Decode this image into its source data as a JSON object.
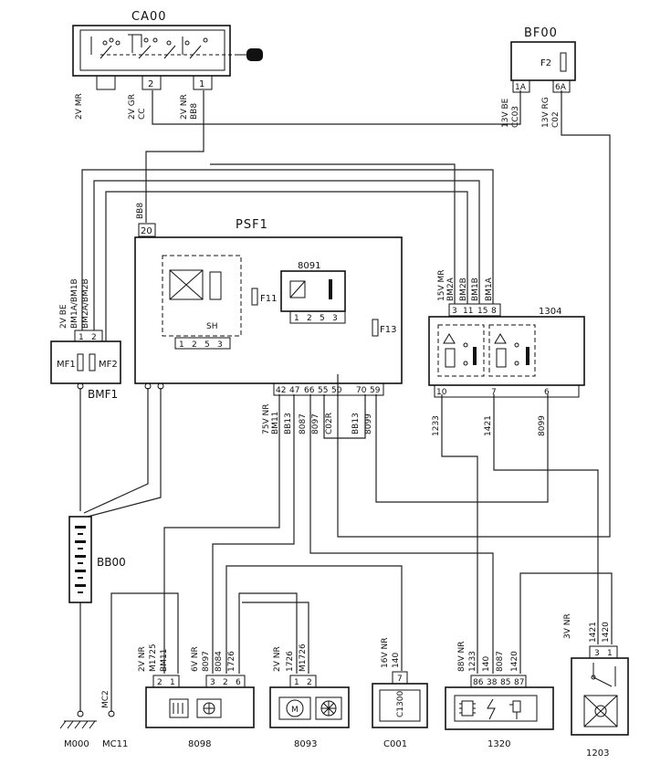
{
  "components": {
    "ca00": {
      "name": "CA00",
      "pins": [
        "1",
        "2"
      ],
      "wires": [
        "2V MR",
        "2V GR",
        "CC",
        "2V NR",
        "BB8"
      ]
    },
    "bf00": {
      "name": "BF00",
      "fuse": "F2",
      "pins": [
        "1A",
        "6A"
      ],
      "wires": [
        "13V BE",
        "CC03",
        "13V RG",
        "C02"
      ]
    },
    "psf1": {
      "name": "PSF1",
      "top_pin": "20",
      "top_wire": "BB8",
      "relay": "8091",
      "relay_pins": [
        "1",
        "2",
        "5",
        "3"
      ],
      "sh": "SH",
      "sh_pins": [
        "1",
        "2",
        "5",
        "3"
      ],
      "fuses": [
        "F11",
        "F13"
      ],
      "bottom_pins": [
        "42",
        "47",
        "66",
        "55",
        "50",
        "70",
        "59"
      ],
      "bottom_wires": [
        "75V NR",
        "BM11",
        "BB13",
        "8087",
        "8097",
        "C02R",
        "BB13",
        "8099"
      ]
    },
    "mf": {
      "name": "BMF1",
      "pins": [
        "1",
        "2"
      ],
      "fuses": [
        "MF1",
        "MF2"
      ],
      "wires": [
        "2V BE",
        "BM1A/BM1B",
        "BM2A/BM2B"
      ]
    },
    "r1304": {
      "name": "1304",
      "top_pins": [
        "3",
        "11",
        "15",
        "8"
      ],
      "top_wires": [
        "15V MR",
        "BM2A",
        "BM2B",
        "BM1B",
        "BM1A"
      ],
      "bottom_pins": [
        "10",
        "7",
        "6"
      ],
      "bottom_wires": [
        "1233",
        "1421",
        "8099"
      ]
    },
    "bb00": {
      "name": "BB00"
    },
    "mc2": {
      "name": "MC2"
    },
    "grounds": [
      "M000",
      "MC11"
    ],
    "c8098": {
      "name": "8098",
      "pins": [
        "2",
        "1",
        "3",
        "2",
        "6"
      ],
      "wires": [
        "2V NR",
        "M1725",
        "BM11",
        "6V NR",
        "8097",
        "8084",
        "1726"
      ]
    },
    "c8093": {
      "name": "8093",
      "pins": [
        "1",
        "2"
      ],
      "wires": [
        "2V NR",
        "1726",
        "M1726"
      ],
      "motor_label": "M"
    },
    "c001": {
      "name": "C001",
      "pins": [
        "7"
      ],
      "wires": [
        "16V NR",
        "140"
      ],
      "inner_label": "C1300"
    },
    "c1320": {
      "name": "1320",
      "pins": [
        "86",
        "38",
        "85",
        "87"
      ],
      "wires": [
        "88V NR",
        "1233",
        "140",
        "8087",
        "1420"
      ]
    },
    "c1203": {
      "name": "1203",
      "pins": [
        "3",
        "1"
      ],
      "wires": [
        "3V NR",
        "1421",
        "1420"
      ]
    }
  }
}
